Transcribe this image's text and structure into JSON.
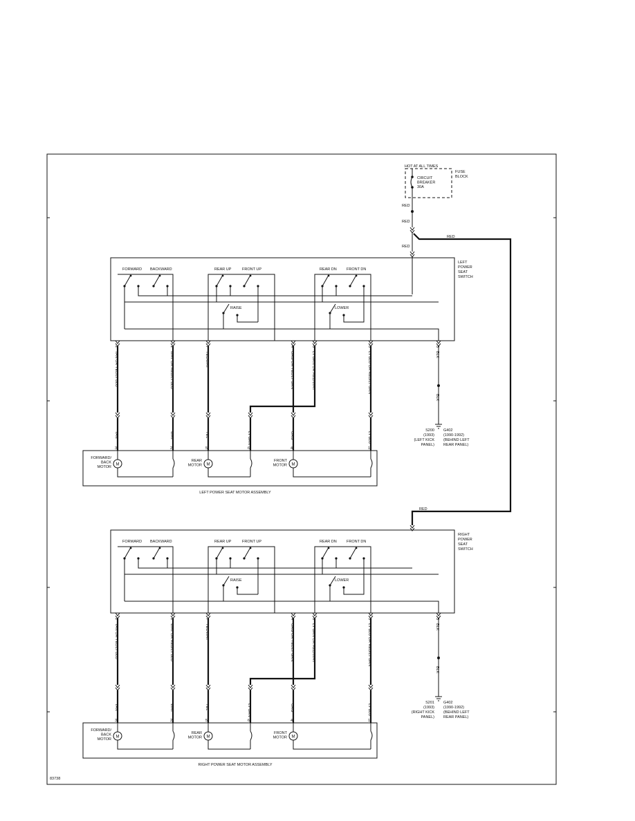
{
  "fuse": {
    "hot_label": "HOT AT ALL TIMES",
    "block_label": [
      "FUSE",
      "BLOCK"
    ],
    "breaker_label": [
      "CIRCUIT",
      "BREAKER",
      "30A"
    ]
  },
  "feed_labels": [
    "RED",
    "RED",
    "RED",
    "RED",
    "RED"
  ],
  "assemblies": [
    {
      "id": "left",
      "switch_label": [
        "LEFT",
        "POWER",
        "SEAT",
        "SWITCH"
      ],
      "motor_assembly_label": "LEFT POWER SEAT MOTOR ASSEMBLY",
      "switch_names": [
        "FORWARD",
        "BACKWARD",
        "REAR UP",
        "FRONT UP",
        "REAR DN",
        "FRONT DN"
      ],
      "raise_label": "RAISE",
      "lower_label": "LOWER",
      "pins": [
        "2",
        "1",
        "7",
        "4",
        "6",
        "3",
        "5"
      ],
      "wire_colors": [
        "TAN OR YEL/LT BLU",
        "WHT OR RED/LT BLU",
        "YEL/WHT",
        "ORG OR YEL/LT GRN",
        "LT GRN OR RED/WHT",
        "LT BLU OR RED/LT GRN",
        "BLK"
      ],
      "motor_wires": [
        "TAN",
        "WHT",
        "YEL",
        "LT GRN",
        "ORG",
        "LT BLU"
      ],
      "motor_pins": [
        "3",
        "2",
        "5",
        "6",
        "4",
        "1"
      ],
      "ground_wire": "BLK",
      "splice_label": [
        "S200",
        "(1993)",
        "(LEFT KICK",
        "PANEL)"
      ],
      "ground_label": [
        "G402",
        "(1990-1992)",
        "(BEHIND LEFT",
        "REAR PANEL)"
      ],
      "motors": [
        {
          "label": [
            "FORWARD/",
            "BACK",
            "MOTOR"
          ]
        },
        {
          "label": [
            "REAR",
            "MOTOR"
          ]
        },
        {
          "label": [
            "FRONT",
            "MOTOR"
          ]
        }
      ]
    },
    {
      "id": "right",
      "switch_label": [
        "RIGHT",
        "POWER",
        "SEAT",
        "SWITCH"
      ],
      "motor_assembly_label": "RIGHT POWER SEAT MOTOR ASSEMBLY",
      "switch_names": [
        "FORWARD",
        "BACKWARD",
        "REAR UP",
        "FRONT UP",
        "REAR DN",
        "FRONT DN"
      ],
      "raise_label": "RAISE",
      "lower_label": "LOWER",
      "pins": [
        "2",
        "1",
        "7",
        "4",
        "6",
        "3",
        "5"
      ],
      "wire_colors": [
        "TAN OR YEL/LT BLU",
        "WHT OR RED/LT BLU",
        "YEL/WHT",
        "ORG OR YEL/LT GRN",
        "LT GRN OR RED/WHT",
        "LT BLU OR RED/LT GRN",
        "BLK"
      ],
      "motor_wires": [
        "TAN",
        "WHT",
        "YEL",
        "LT GRN",
        "ORG",
        "LT BLU"
      ],
      "motor_pins": [
        "3",
        "2",
        "5",
        "6",
        "4",
        "1"
      ],
      "ground_wire": "BLK",
      "splice_label": [
        "S201",
        "(1993)",
        "(RIGHT KICK",
        "PANEL)"
      ],
      "ground_label": [
        "G402",
        "(1990-1992)",
        "(BEHIND LEFT",
        "REAR PANEL)"
      ],
      "motors": [
        {
          "label": [
            "FORWARD/",
            "BACK",
            "MOTOR"
          ]
        },
        {
          "label": [
            "REAR",
            "MOTOR"
          ]
        },
        {
          "label": [
            "FRONT",
            "MOTOR"
          ]
        }
      ]
    }
  ],
  "motor_symbol": "M",
  "figure_id": "83738"
}
